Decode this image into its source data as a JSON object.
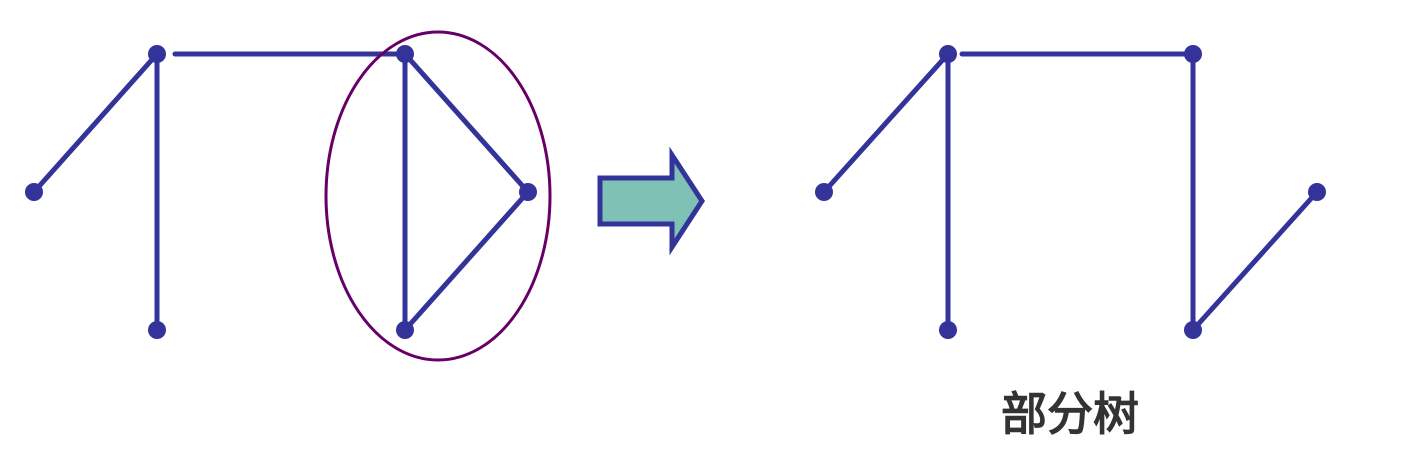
{
  "caption": "部分树",
  "colors": {
    "edge": "#333399",
    "node": "#333399",
    "highlight_ellipse": "#660066",
    "arrow_fill": "#7fc1b5",
    "arrow_stroke": "#333399",
    "caption_text": "#333333"
  },
  "graphs": {
    "original": {
      "nodes": [
        "left-leaf",
        "top-left",
        "bottom-left",
        "top-right",
        "right-middle",
        "bottom-right"
      ],
      "edges": [
        [
          "left-leaf",
          "top-left"
        ],
        [
          "top-left",
          "bottom-left"
        ],
        [
          "top-left",
          "top-right"
        ],
        [
          "top-right",
          "bottom-right"
        ],
        [
          "top-right",
          "right-middle"
        ],
        [
          "right-middle",
          "bottom-right"
        ]
      ],
      "highlighted_cycle": [
        "top-right",
        "right-middle",
        "bottom-right"
      ]
    },
    "partial_tree": {
      "nodes": [
        "left-leaf",
        "top-left",
        "bottom-left",
        "top-right",
        "bottom-right",
        "right-leaf"
      ],
      "edges": [
        [
          "left-leaf",
          "top-left"
        ],
        [
          "top-left",
          "bottom-left"
        ],
        [
          "top-left",
          "top-right"
        ],
        [
          "top-right",
          "bottom-right"
        ],
        [
          "bottom-right",
          "right-leaf"
        ]
      ]
    }
  },
  "icons": {
    "transform_arrow": "right-arrow-icon"
  }
}
